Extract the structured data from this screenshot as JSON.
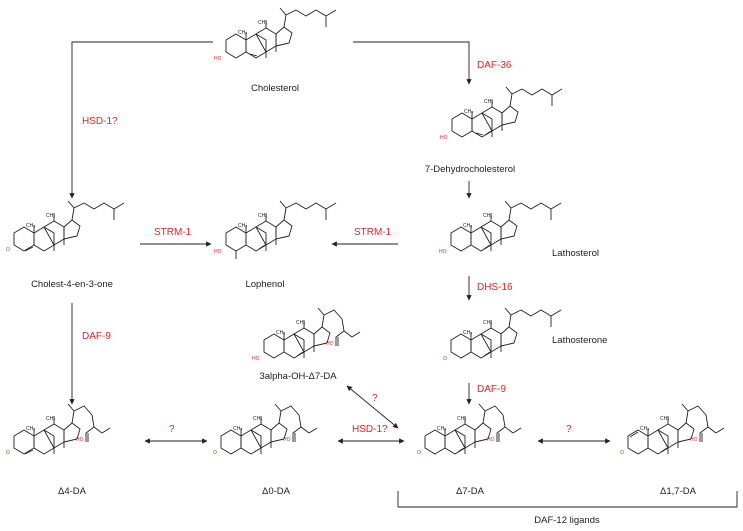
{
  "compounds": {
    "cholesterol": "Cholesterol",
    "dehydrocholesterol": "7-Dehydrocholesterol",
    "lathosterol": "Lathosterol",
    "cholestenone": "Cholest-4-en-3-one",
    "lophenol": "Lophenol",
    "lathosterone": "Lathosterone",
    "oh_da": "3alpha-OH-Δ7-DA",
    "d4_da": "Δ4-DA",
    "d0_da": "Δ0-DA",
    "d7_da": "Δ7-DA",
    "d17_da": "Δ1,7-DA"
  },
  "enzymes": {
    "hsd1_top": "HSD-1?",
    "daf36": "DAF-36",
    "strm1_left": "STRM-1",
    "strm1_right": "STRM-1",
    "dhs16": "DHS-16",
    "daf9_left": "DAF-9",
    "daf9_right": "DAF-9",
    "q_oh_d7": "?",
    "q_d4_d0": "?",
    "hsd1_mid": "HSD-1?",
    "q_d7_d17": "?"
  },
  "group_label": "DAF-12 ligands",
  "atoms": {
    "methyl": "CH₃",
    "hydrogen": "H",
    "ho": "HO",
    "oxo": "O",
    "acid_ho": "HO"
  },
  "colors": {
    "enzyme_text": "#d62a2a",
    "ink": "#222222"
  }
}
